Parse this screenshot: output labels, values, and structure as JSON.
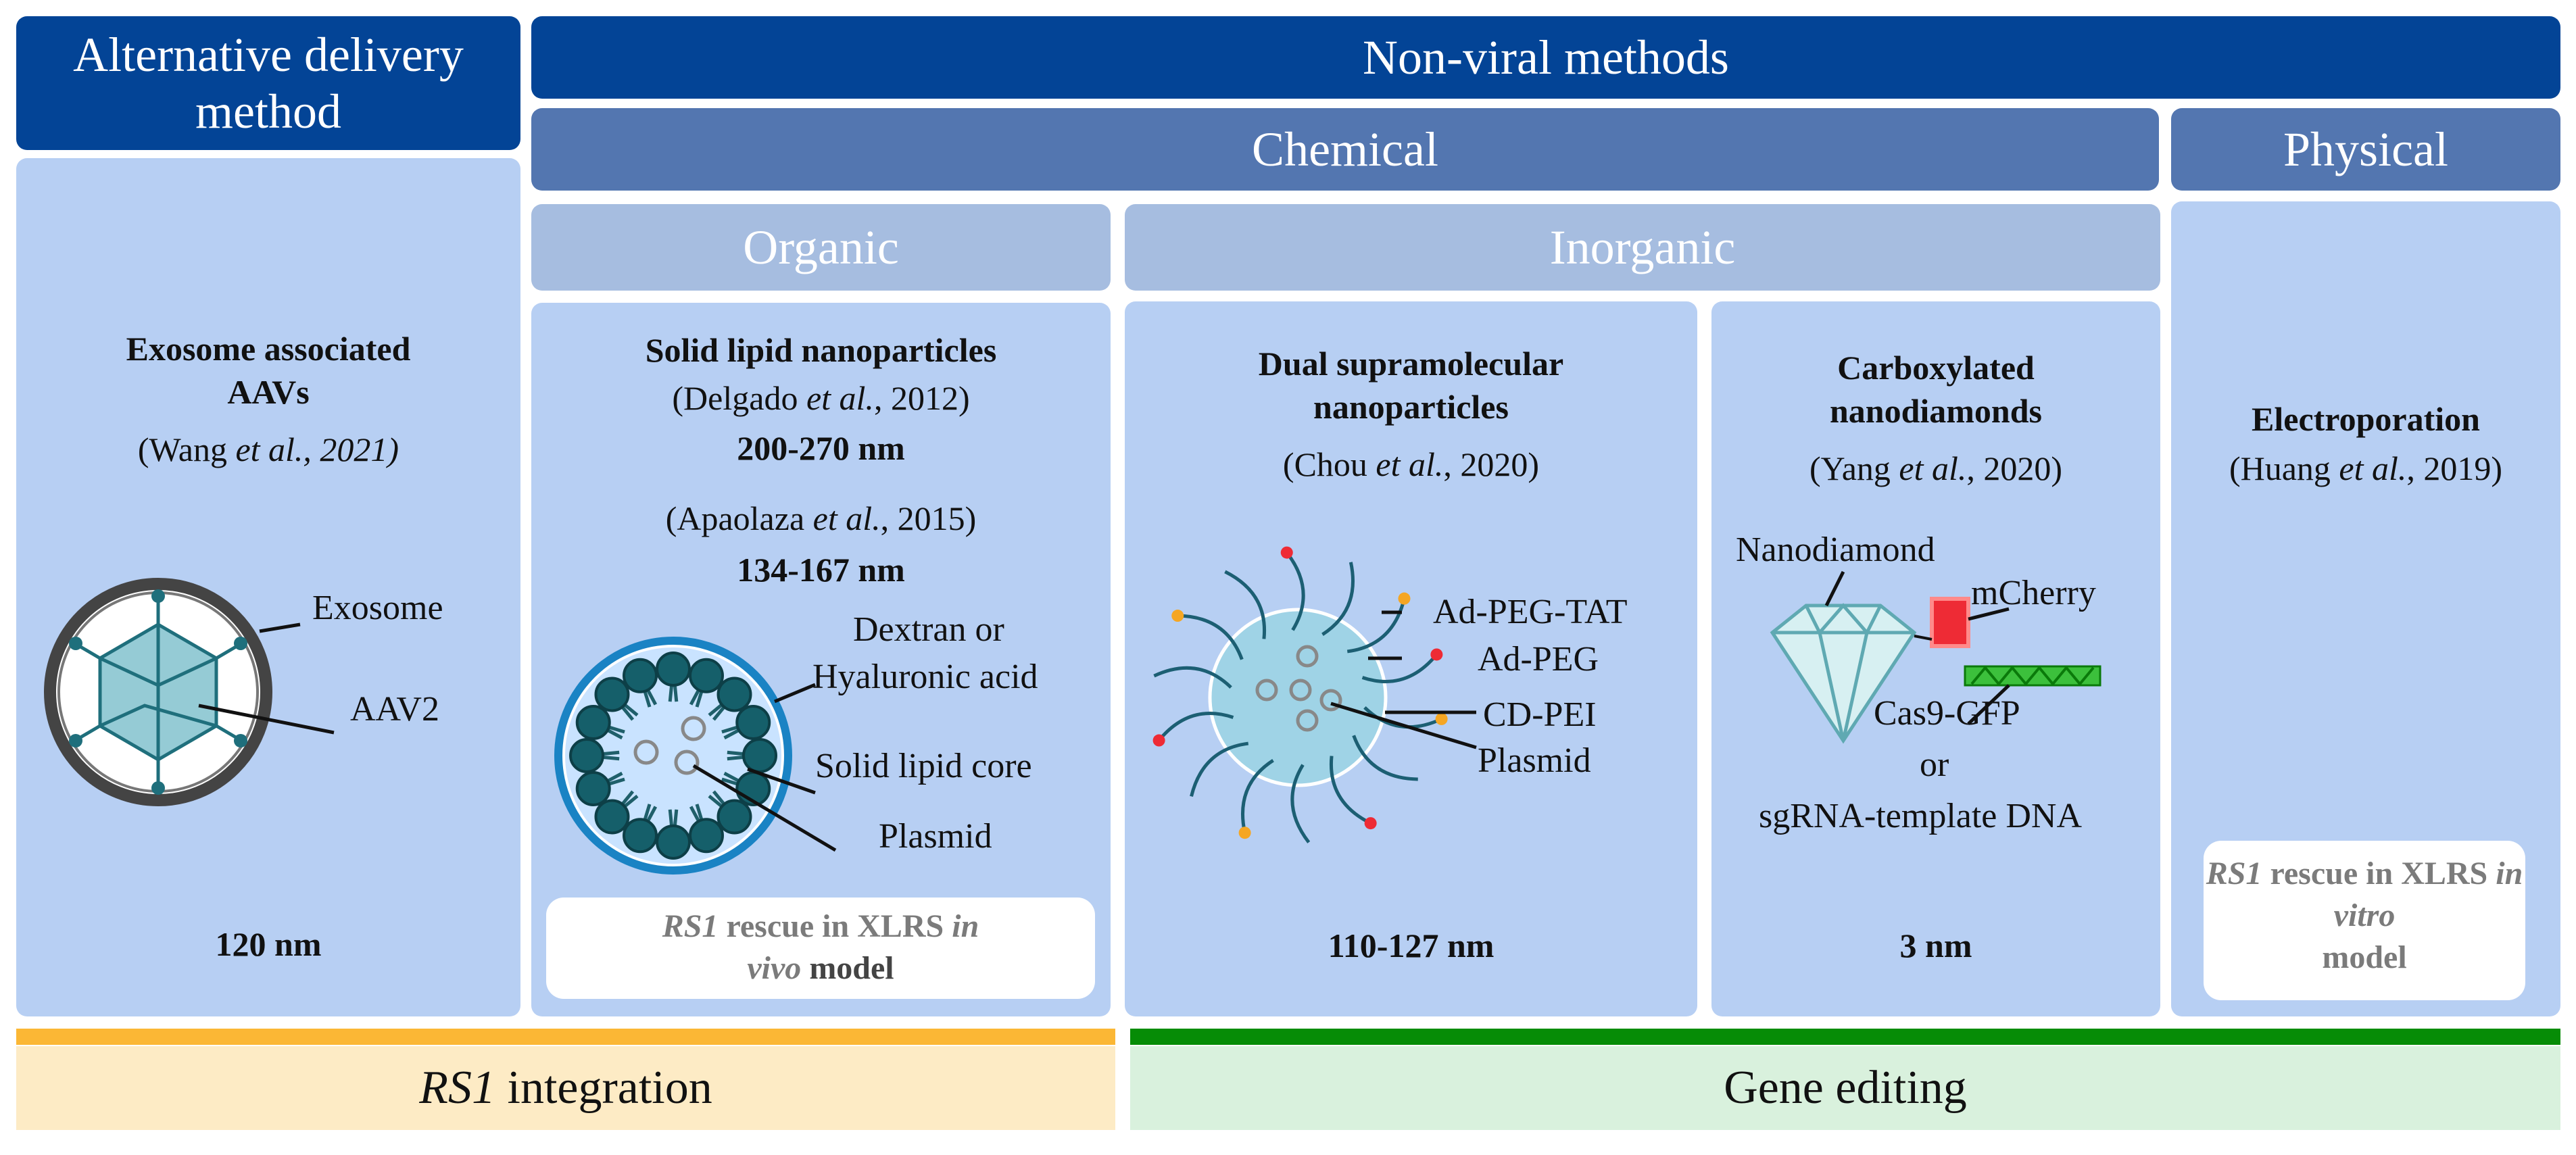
{
  "headers": {
    "alt_delivery": "Alternative delivery method",
    "non_viral": "Non-viral methods",
    "chemical": "Chemical",
    "physical": "Physical",
    "organic": "Organic",
    "inorganic": "Inorganic"
  },
  "panels": {
    "exosome": {
      "title": "Exosome associated AAVs",
      "cite_pre": "(Wang ",
      "cite_etal": "et al., 2021)",
      "labels": {
        "exosome": "Exosome",
        "aav2": "AAV2"
      },
      "size": "120 nm"
    },
    "sln": {
      "title": "Solid lipid nanoparticles",
      "cite1_pre": "(Delgado ",
      "cite1_etal": "et al.",
      "cite1_post": ", 2012)",
      "size1": "200-270 nm",
      "cite2_pre": "(Apaolaza ",
      "cite2_etal": "et al.",
      "cite2_post": ", 2015)",
      "size2": "134-167 nm",
      "labels": {
        "dextran": "Dextran or",
        "hyaluronic": "Hyaluronic acid",
        "core": "Solid lipid core",
        "plasmid": "Plasmid"
      },
      "note_gene": "RS1",
      "note_mid": " rescue in XLRS ",
      "note_in": "in",
      "note_vivo": "vivo",
      "note_end": " model"
    },
    "dual": {
      "title": "Dual supramolecular nanoparticles",
      "cite_pre": "(Chou ",
      "cite_etal": "et al.",
      "cite_post": ", 2020)",
      "labels": {
        "tat": "Ad-PEG-TAT",
        "peg": "Ad-PEG",
        "pei": "CD-PEI",
        "plasmid": "Plasmid"
      },
      "size": "110-127 nm"
    },
    "nanodiamond": {
      "title": "Carboxylated nanodiamonds",
      "cite_pre": "(Yang ",
      "cite_etal": "et al.",
      "cite_post": ", 2020)",
      "labels": {
        "nd": "Nanodiamond",
        "mcherry": "mCherry",
        "cas9": "Cas9-GFP",
        "or": "or",
        "sgrna": "sgRNA-template DNA"
      },
      "size": "3 nm"
    },
    "electro": {
      "title": "Electroporation",
      "cite_pre": "(Huang ",
      "cite_etal": "et al.",
      "cite_post": ", 2019)",
      "note_gene": "RS1",
      "note_mid": " rescue in XLRS ",
      "note_invitro": "in vitro",
      "note_end": " model"
    }
  },
  "footer": {
    "rs1_gene": "RS1",
    "rs1_rest": " integration",
    "gene_editing": "Gene editing"
  },
  "colors": {
    "header_dark": "#034496",
    "header_mid": "#5376b0",
    "header_light": "#a6bde0",
    "panel": "#b7cff3",
    "orange_bar": "#fbb735",
    "orange_band": "#fdebc5",
    "green_bar": "#068c06",
    "green_band": "#d9f1dd",
    "teal": "#1f6f7c",
    "red": "#ee2b35"
  }
}
